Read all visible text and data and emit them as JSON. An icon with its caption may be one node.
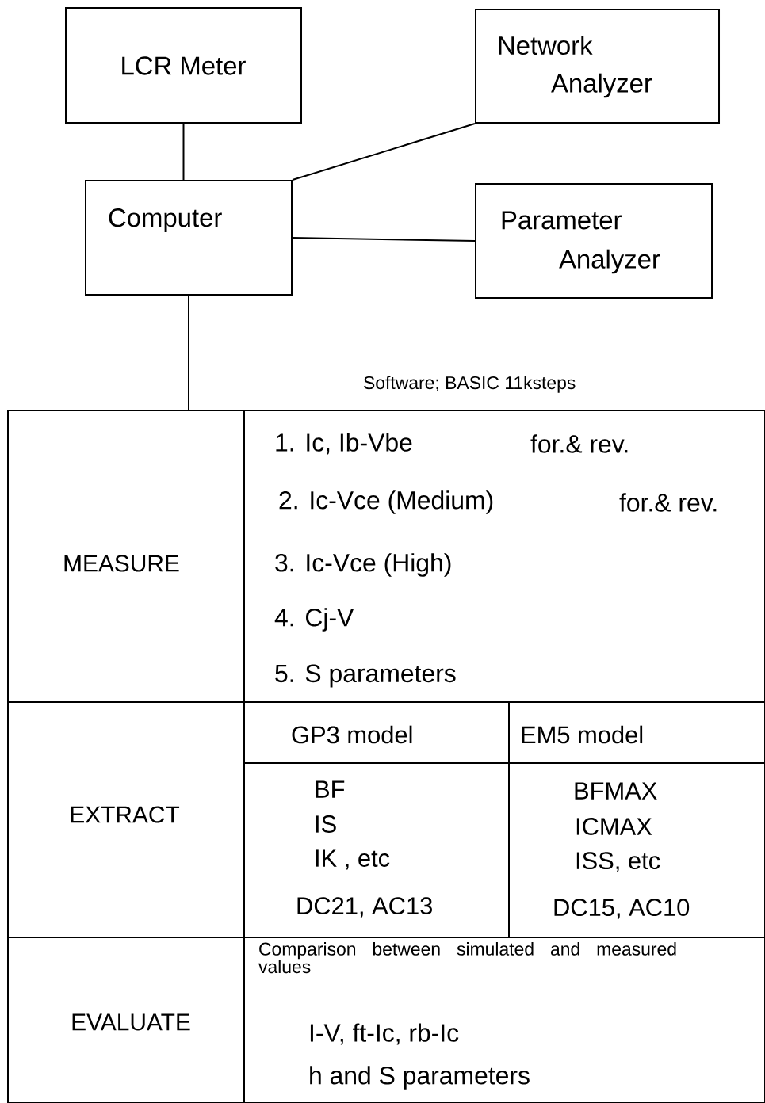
{
  "diagram": {
    "nodes": [
      {
        "text": [
          "LCR Meter"
        ]
      },
      {
        "text": [
          "Network",
          "Analyzer"
        ]
      },
      {
        "text": [
          "Computer"
        ]
      },
      {
        "text": [
          "Parameter",
          "Analyzer"
        ]
      },
      {
        "text": [],
        "shape": "box"
      },
      {
        "text": [
          "MEASURE"
        ],
        "in": 4
      },
      {
        "text": [
          "1. Ic, Ib-Vbe",
          "for.& rev.",
          "2. Ic-Vce (Medium)",
          "for.& rev.",
          "3. Ic-Vce (High)",
          "4. Cj-V",
          "5. S parameters"
        ],
        "in": 4
      },
      {
        "text": [
          "EXTRACT"
        ],
        "in": 4
      },
      {
        "text": [
          "GP3 model"
        ],
        "in": 4
      },
      {
        "text": [
          "EM5 model"
        ],
        "in": 4
      },
      {
        "text": [
          "BF",
          "IS",
          "IK , etc",
          "DC21, AC13"
        ],
        "in": 4
      },
      {
        "text": [
          "BFMAX",
          "ICMAX",
          "ISS, etc",
          "DC15, AC10"
        ],
        "in": 4
      },
      {
        "text": [
          "EVALUATE"
        ],
        "in": 4
      },
      {
        "text": [
          "Comparison between simulated and measured values",
          "I-V,  ft-Ic,  rb-Ic",
          "h and S parameters"
        ],
        "in": 4
      }
    ],
    "edges": [
      {
        "from": 0,
        "to": 2,
        "arrow": "none"
      },
      {
        "from": 2,
        "to": 1,
        "arrow": "none"
      },
      {
        "from": 2,
        "to": 3,
        "arrow": "none"
      },
      {
        "from": 2,
        "to": 4,
        "arrow": "none"
      }
    ],
    "labels": [
      "Software; BASIC 11ksteps"
    ]
  }
}
